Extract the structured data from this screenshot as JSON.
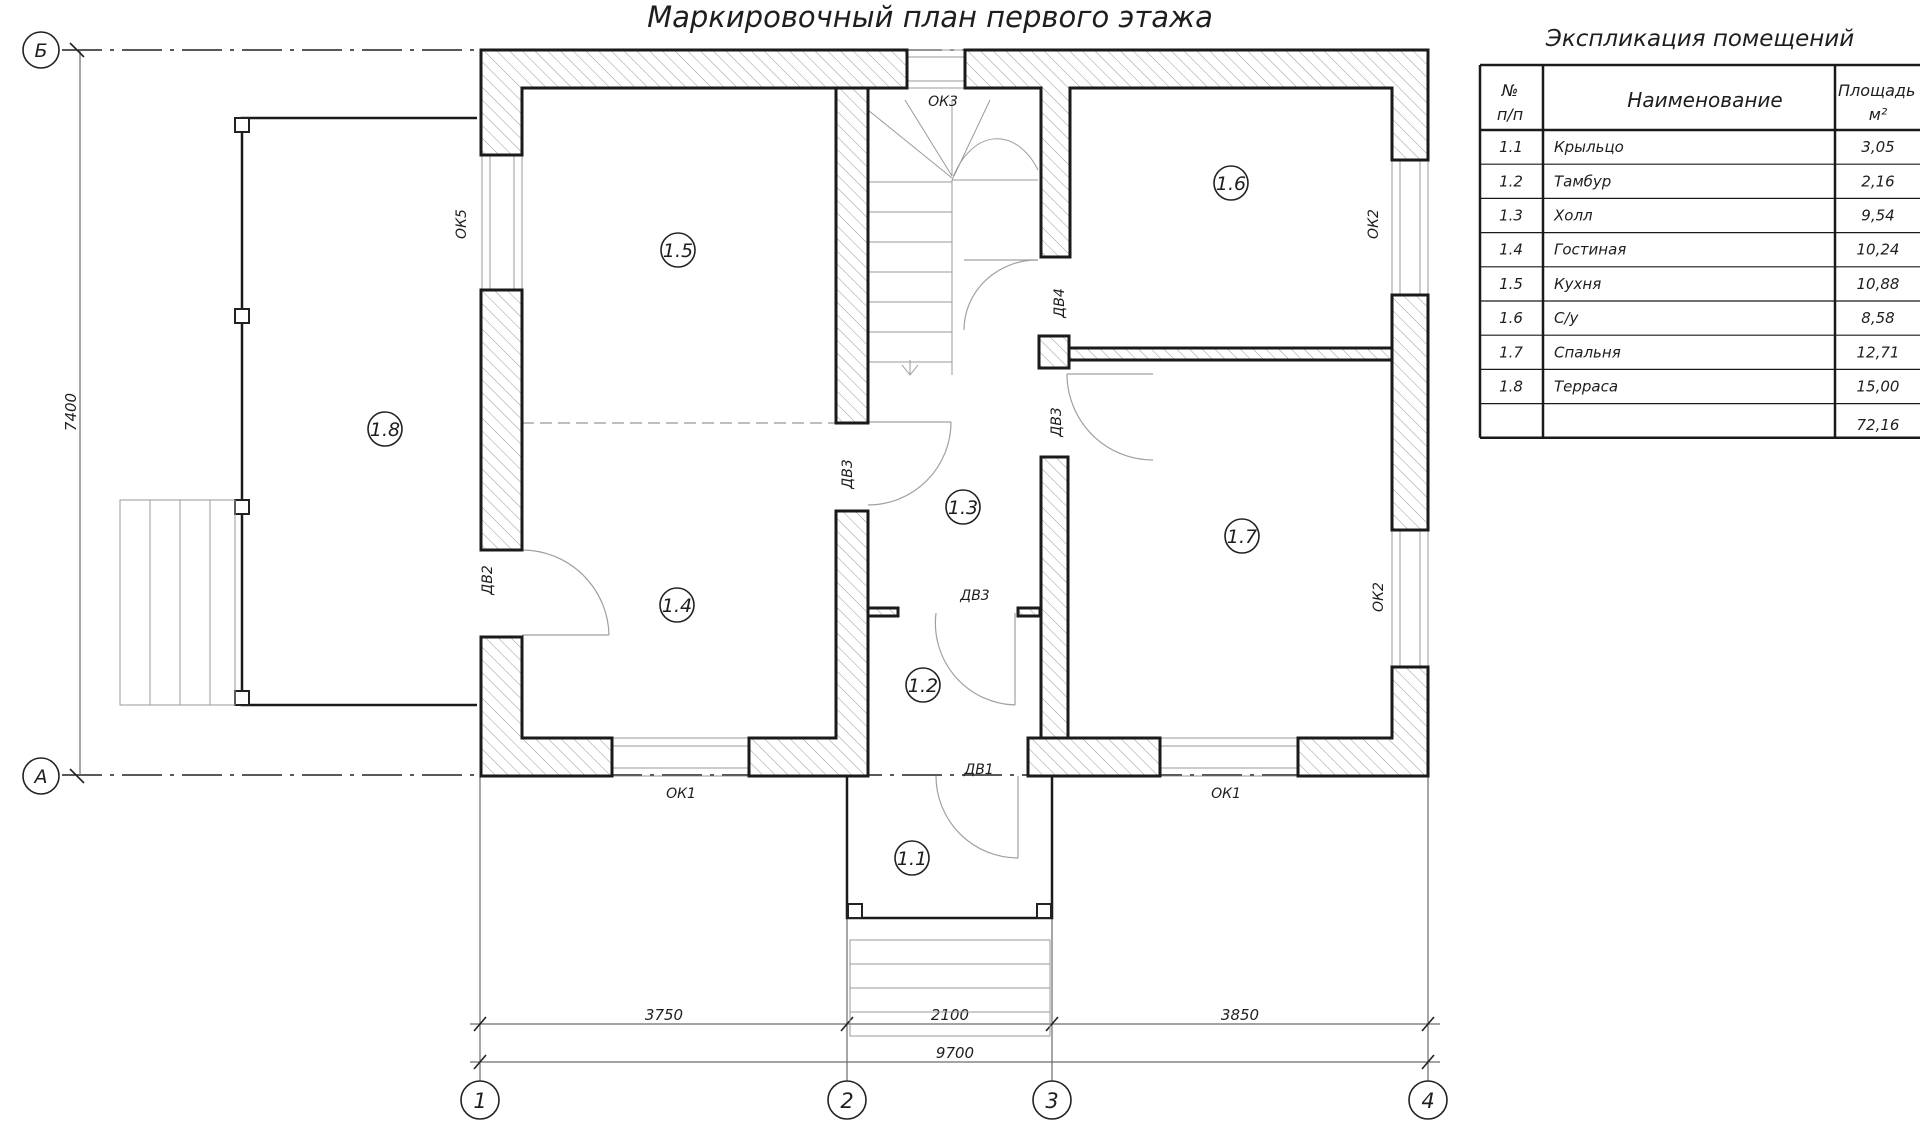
{
  "title": "Маркировочный план первого этажа",
  "explication": {
    "title": "Экспликация помещений",
    "headers": {
      "num_top": "№",
      "num_bottom": "п/п",
      "name": "Наименование",
      "area_top": "Площадь",
      "area_bottom": "м²"
    },
    "rows": [
      {
        "num": "1.1",
        "name": "Крыльцо",
        "area": "3,05"
      },
      {
        "num": "1.2",
        "name": "Тамбур",
        "area": "2,16"
      },
      {
        "num": "1.3",
        "name": "Холл",
        "area": "9,54"
      },
      {
        "num": "1.4",
        "name": "Гостиная",
        "area": "10,24"
      },
      {
        "num": "1.5",
        "name": "Кухня",
        "area": "10,88"
      },
      {
        "num": "1.6",
        "name": "С/у",
        "area": "8,58"
      },
      {
        "num": "1.7",
        "name": "Спальня",
        "area": "12,71"
      },
      {
        "num": "1.8",
        "name": "Терраса",
        "area": "15,00"
      }
    ],
    "total": "72,16"
  },
  "rooms": {
    "r11": "1.1",
    "r12": "1.2",
    "r13": "1.3",
    "r14": "1.4",
    "r15": "1.5",
    "r16": "1.6",
    "r17": "1.7",
    "r18": "1.8"
  },
  "openings": {
    "ok1_left": "ОК1",
    "ok1_right": "ОК1",
    "ok2_top": "ОК2",
    "ok2_bottom": "ОК2",
    "ok3": "ОК3",
    "ok5": "ОК5",
    "dv1": "ДВ1",
    "dv2": "ДВ2",
    "dv3_left": "ДВ3",
    "dv3_center": "ДВ3",
    "dv3_right": "ДВ3",
    "dv4": "ДВ4"
  },
  "axes": {
    "b": "Б",
    "a": "А",
    "n1": "1",
    "n2": "2",
    "n3": "3",
    "n4": "4"
  },
  "dimensions": {
    "d1": "3750",
    "d2": "2100",
    "d3": "3850",
    "total": "9700",
    "height": "7400"
  }
}
